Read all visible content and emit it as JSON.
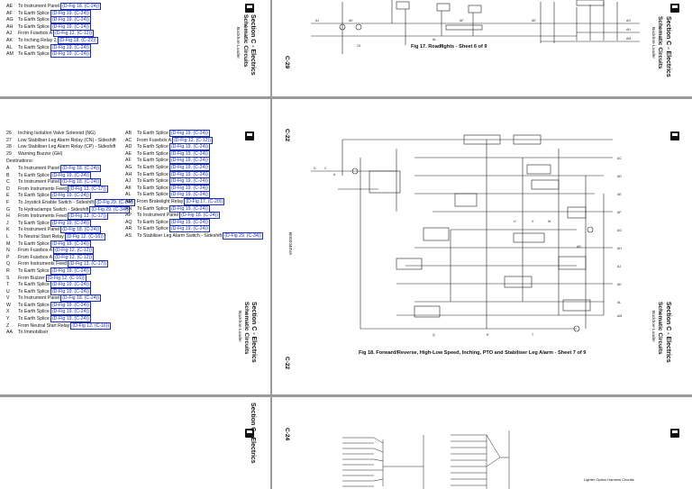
{
  "section": {
    "title": "Section C - Electrics",
    "subtitle": "Schematic Circuits",
    "machine": "Backhoe Loader",
    "page_top": "C-29",
    "page_mid": "C-22",
    "page_bot": "C-24",
    "drawing_ref": "B002040VA"
  },
  "top_left_legend": [
    {
      "code": "AE",
      "label": "To Instrument Panel",
      "ref": "(D-Fig 18. (C-24))"
    },
    {
      "code": "AF",
      "label": "To Earth Splice",
      "ref": "(D-Fig 19. (C-24))"
    },
    {
      "code": "AG",
      "label": "To Earth Splice",
      "ref": "(D-Fig 19. (C-24))"
    },
    {
      "code": "AH",
      "label": "To Earth Splice",
      "ref": "(D-Fig 19. (C-24))"
    },
    {
      "code": "AJ",
      "label": "From Fusebox A",
      "ref": "(D-Fig 12. (C-12))"
    },
    {
      "code": "AK",
      "label": "To Inching Relay 2",
      "ref": "(D-Fig 18. (C-22))"
    },
    {
      "code": "AL",
      "label": "To Earth Splice",
      "ref": "(D-Fig 19. (C-24))"
    },
    {
      "code": "AM",
      "label": "To Earth Splice",
      "ref": "(D-Fig 19. (C-24))"
    }
  ],
  "mid_left_intro": [
    {
      "code": "26",
      "label": "Inching Isolation Valve Solenoid (NG)"
    },
    {
      "code": "27",
      "label": "Low Stabiliser Leg Alarm Relay (CN) - Sideshift"
    },
    {
      "code": "28",
      "label": "Low Stabiliser Leg Alarm Relay (CP) - Sideshift"
    },
    {
      "code": "29",
      "label": "Warning Buzzer (GH)"
    }
  ],
  "destinations_label": "Destinations:",
  "mid_left_col1": [
    {
      "code": "A",
      "label": "To Instrument Panel",
      "ref": "(D-Fig 18. (C-24))"
    },
    {
      "code": "B",
      "label": "To Earth Splice",
      "ref": "(D-Fig 19. (C-24))"
    },
    {
      "code": "C",
      "label": "To Instrument Panel",
      "ref": "(D-Fig 18. (C-24))"
    },
    {
      "code": "D",
      "label": "From Instruments Feed",
      "ref": "(D-Fig 13. (C-17))"
    },
    {
      "code": "E",
      "label": "To Earth Splice",
      "ref": "(D-Fig 19. (C-24))"
    },
    {
      "code": "F",
      "label": "To Joystick Enable Switch - Sideshift",
      "ref": "(D-Fig 29. (C-34))"
    },
    {
      "code": "G",
      "label": "To Hydraclamps Switch - Sideshift",
      "ref": "(D-Fig 29. (C-34))"
    },
    {
      "code": "H",
      "label": "From Instruments Feed",
      "ref": "(D-Fig 13. (C-17))"
    },
    {
      "code": "J",
      "label": "To Earth Splice",
      "ref": "(D-Fig 19. (C-24))"
    },
    {
      "code": "K",
      "label": "To Instrument Panel",
      "ref": "(D-Fig 18. (C-24))"
    },
    {
      "code": "L",
      "label": "To Neutral Start Relay",
      "ref": "(D-Fig 12. (C-16))"
    },
    {
      "code": "M",
      "label": "To Earth Splice",
      "ref": "(D-Fig 19. (C-24))"
    },
    {
      "code": "N",
      "label": "From Fusebox A",
      "ref": "(D-Fig 12. (C-12))"
    },
    {
      "code": "P",
      "label": "From Fusebox A",
      "ref": "(D-Fig 12. (C-12))"
    },
    {
      "code": "Q",
      "label": "From Instruments Feed",
      "ref": "(D-Fig 13. (C-17))"
    },
    {
      "code": "R",
      "label": "To Earth Splice",
      "ref": "(D-Fig 19. (C-24))"
    },
    {
      "code": "S",
      "label": "From Buzzer",
      "ref": "(D-Fig 12. (C-16))"
    },
    {
      "code": "T",
      "label": "To Earth Splice",
      "ref": "(D-Fig 19. (C-24))"
    },
    {
      "code": "U",
      "label": "To Earth Splice",
      "ref": "(D-Fig 19. (C-24))"
    },
    {
      "code": "V",
      "label": "To Instrument Panel",
      "ref": "(D-Fig 18. (C-24))"
    },
    {
      "code": "W",
      "label": "To Earth Splice",
      "ref": "(D-Fig 19. (C-24))"
    },
    {
      "code": "X",
      "label": "To Earth Splice",
      "ref": "(D-Fig 19. (C-24))"
    },
    {
      "code": "Y",
      "label": "To Earth Splice",
      "ref": "(D-Fig 19. (C-24))"
    },
    {
      "code": "Z",
      "label": "From Neutral Start Relay",
      "ref": "(D-Fig 12. (C-16))"
    },
    {
      "code": "AA",
      "label": "To Immobiliser",
      "ref": ""
    }
  ],
  "mid_left_col2": [
    {
      "code": "AB",
      "label": "To Earth Splice",
      "ref": "(D-Fig 19. (C-24))"
    },
    {
      "code": "AC",
      "label": "From Fusebox A",
      "ref": "(D-Fig 12. (C-12))"
    },
    {
      "code": "AD",
      "label": "To Earth Splice",
      "ref": "(D-Fig 19. (C-24))"
    },
    {
      "code": "AE",
      "label": "To Earth Splice",
      "ref": "(D-Fig 19. (C-24))"
    },
    {
      "code": "AF",
      "label": "To Earth Splice",
      "ref": "(D-Fig 19. (C-24))"
    },
    {
      "code": "AG",
      "label": "To Earth Splice",
      "ref": "(D-Fig 19. (C-24))"
    },
    {
      "code": "AH",
      "label": "To Earth Splice",
      "ref": "(D-Fig 19. (C-24))"
    },
    {
      "code": "AJ",
      "label": "To Earth Splice",
      "ref": "(D-Fig 19. (C-24))"
    },
    {
      "code": "AK",
      "label": "To Earth Splice",
      "ref": "(D-Fig 19. (C-24))"
    },
    {
      "code": "AL",
      "label": "To Earth Splice",
      "ref": "(D-Fig 19. (C-24))"
    },
    {
      "code": "AM",
      "label": "From Brakelight Relay",
      "ref": "(D-Fig 17. (C-20))"
    },
    {
      "code": "AN",
      "label": "To Earth Splice",
      "ref": "(D-Fig 19. (C-24))"
    },
    {
      "code": "AP",
      "label": "To Instrument Panel",
      "ref": "(D-Fig 18. (C-24))"
    },
    {
      "code": "AQ",
      "label": "To Earth Splice",
      "ref": "(D-Fig 19. (C-24))"
    },
    {
      "code": "AR",
      "label": "To Earth Splice",
      "ref": "(D-Fig 19. (C-24))"
    },
    {
      "code": "AS",
      "label": "To Stabiliser Leg Alarm Switch - Sideshift",
      "ref": "(D-Fig 29. (C-34))"
    }
  ],
  "captions": {
    "fig17": "Fig 17. Roadlights - Sheet 6 of 9",
    "fig18": "Fig 18. Forward/Reverse, High-Low Speed, Inching, PTO and Stabiliser Leg Alarm - Sheet 7 of 9",
    "bottom_note": "Lighter Option Harness Circuits"
  },
  "colors": {
    "link": "#1a2eb8",
    "frame": "#9a9a9a",
    "ink": "#111111"
  }
}
